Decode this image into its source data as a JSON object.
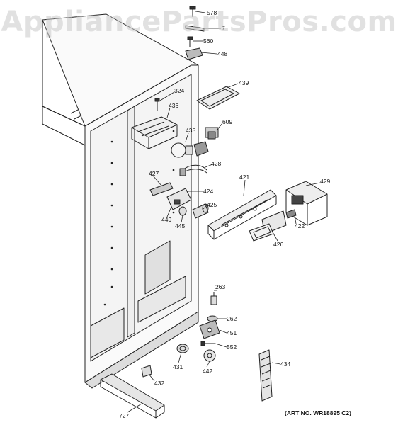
{
  "watermark": "AppliancePartsPros.com",
  "art_number": "(ART NO. WR18895 C2)",
  "part_callouts": [
    {
      "id": "578",
      "label": "578"
    },
    {
      "id": "7",
      "label": "7"
    },
    {
      "id": "560",
      "label": "560"
    },
    {
      "id": "448",
      "label": "448"
    },
    {
      "id": "439",
      "label": "439"
    },
    {
      "id": "324",
      "label": "324"
    },
    {
      "id": "436",
      "label": "436"
    },
    {
      "id": "609",
      "label": "609"
    },
    {
      "id": "435",
      "label": "435"
    },
    {
      "id": "428",
      "label": "428"
    },
    {
      "id": "427",
      "label": "427"
    },
    {
      "id": "424",
      "label": "424"
    },
    {
      "id": "421",
      "label": "421"
    },
    {
      "id": "429",
      "label": "429"
    },
    {
      "id": "425",
      "label": "425"
    },
    {
      "id": "449",
      "label": "449"
    },
    {
      "id": "445",
      "label": "445"
    },
    {
      "id": "422",
      "label": "422"
    },
    {
      "id": "426",
      "label": "426"
    },
    {
      "id": "263",
      "label": "263"
    },
    {
      "id": "262",
      "label": "262"
    },
    {
      "id": "451",
      "label": "451"
    },
    {
      "id": "552",
      "label": "552"
    },
    {
      "id": "434",
      "label": "434"
    },
    {
      "id": "431",
      "label": "431"
    },
    {
      "id": "442",
      "label": "442"
    },
    {
      "id": "432",
      "label": "432"
    },
    {
      "id": "727",
      "label": "727"
    }
  ]
}
